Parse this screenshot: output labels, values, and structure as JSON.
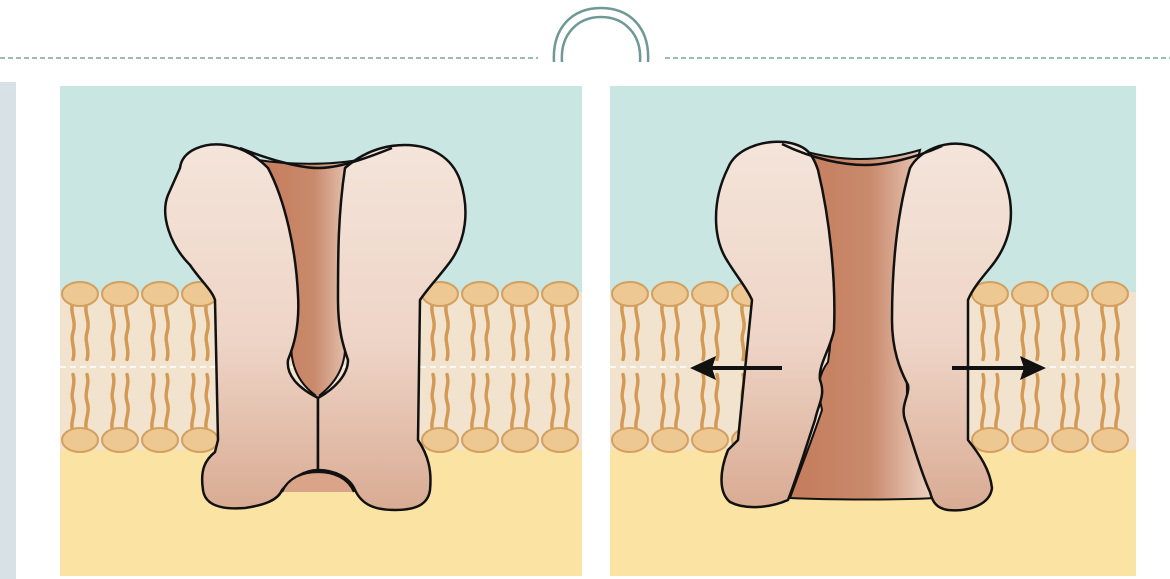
{
  "slide": {
    "header_ornament": "arch-ornament",
    "accent_colors": {
      "dashed_rule": "#7fa3a3",
      "arch": "#6f9896",
      "left_bar": "#d7e1e6"
    }
  },
  "diagram": {
    "panels": [
      {
        "id": "closed-channel",
        "state": "closed",
        "arrows": 0
      },
      {
        "id": "open-channel",
        "state": "open",
        "arrows": 2
      }
    ],
    "colors": {
      "extracellular": "#c9e6e2",
      "membrane_band": "#f2e3cf",
      "intracellular": "#fbe4a3",
      "lipid_head_fill": "#eec892",
      "lipid_head_stroke": "#d3a060",
      "lipid_tail": "#d49a55",
      "protein_light": "#f2ded4",
      "protein_mid": "#e5c1ae",
      "pore_dark": "#c47c5c",
      "outline": "#111111",
      "arrow": "#111111"
    }
  }
}
